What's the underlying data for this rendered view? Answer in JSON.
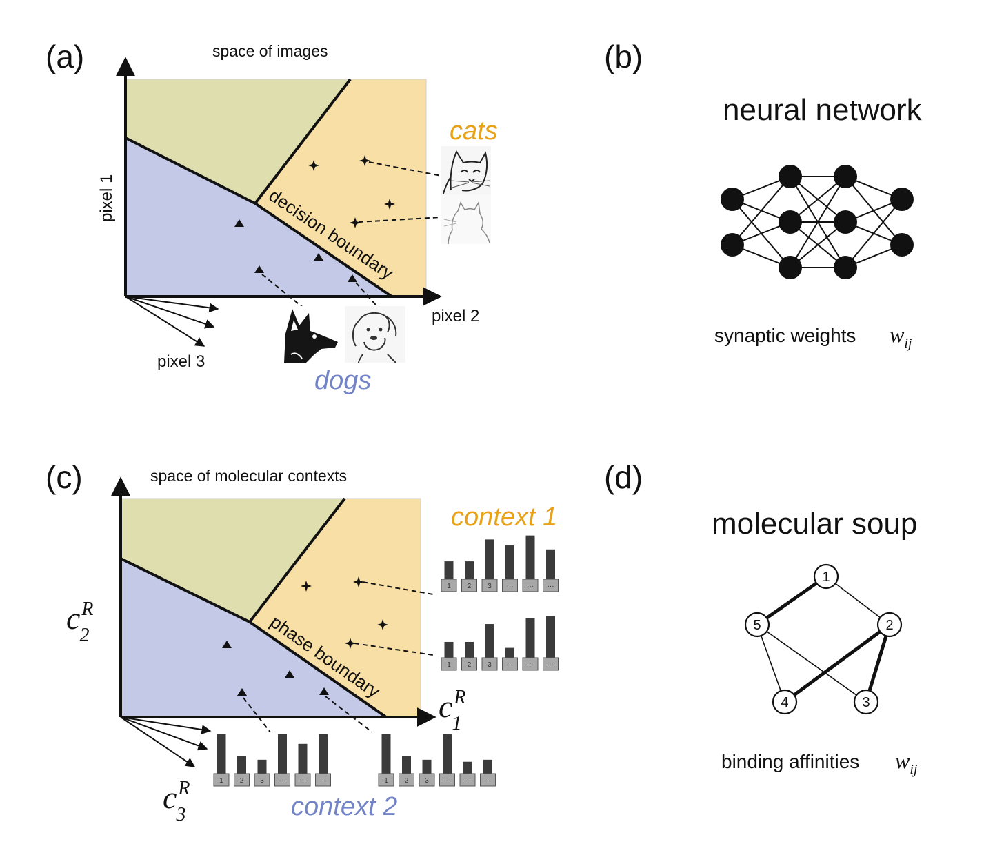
{
  "panel_a": {
    "letter": "(a)",
    "title": "space of images",
    "axis_y": "pixel 1",
    "axis_x": "pixel 2",
    "axis_z": "pixel 3",
    "boundary_label": "decision boundary",
    "class_top": "cats",
    "class_bottom": "dogs",
    "colors": {
      "green": "#dfdeae",
      "orange": "#f8dfa6",
      "blue": "#c3c9e6",
      "cats": "#e8a21a",
      "dogs": "#7384c6"
    },
    "images": [
      "cat-sketch-1",
      "cat-sketch-2",
      "dog-sketch-1",
      "dog-sketch-2"
    ]
  },
  "panel_b": {
    "letter": "(b)",
    "title": "neural network",
    "weights_label": "synaptic weights",
    "weights_symbol": "w",
    "weights_subscript": "ij",
    "layers": [
      2,
      3,
      3,
      2
    ]
  },
  "panel_c": {
    "letter": "(c)",
    "title": "space of molecular contexts",
    "axis_y_base": "c",
    "axis_y_sub": "2",
    "axis_y_sup": "R",
    "axis_x_base": "c",
    "axis_x_sub": "1",
    "axis_x_sup": "R",
    "axis_z_base": "c",
    "axis_z_sub": "3",
    "axis_z_sup": "R",
    "boundary_label": "phase boundary",
    "class_top": "context 1",
    "class_bottom": "context 2",
    "histogram_labels": [
      "1",
      "2",
      "3",
      "···",
      "···",
      "···"
    ],
    "histograms": [
      {
        "name": "context-1-histogram-a",
        "values": [
          0.45,
          0.45,
          1.0,
          0.85,
          1.1,
          0.75
        ]
      },
      {
        "name": "context-1-histogram-b",
        "values": [
          0.4,
          0.4,
          0.85,
          0.25,
          1.0,
          1.05
        ]
      },
      {
        "name": "context-2-histogram-a",
        "values": [
          1.0,
          0.45,
          0.35,
          1.0,
          0.75,
          1.0
        ]
      },
      {
        "name": "context-2-histogram-b",
        "values": [
          1.0,
          0.45,
          0.35,
          1.0,
          0.3,
          0.35
        ]
      }
    ]
  },
  "panel_d": {
    "letter": "(d)",
    "title": "molecular soup",
    "weights_label": "binding affinities",
    "weights_symbol": "w",
    "weights_subscript": "ij",
    "nodes": [
      "1",
      "2",
      "3",
      "4",
      "5"
    ],
    "edges": [
      {
        "from": "1",
        "to": "5",
        "strength": "strong"
      },
      {
        "from": "1",
        "to": "2",
        "strength": "weak"
      },
      {
        "from": "2",
        "to": "4",
        "strength": "strong"
      },
      {
        "from": "2",
        "to": "3",
        "strength": "strong"
      },
      {
        "from": "5",
        "to": "4",
        "strength": "weak"
      },
      {
        "from": "5",
        "to": "3",
        "strength": "weak"
      }
    ]
  }
}
